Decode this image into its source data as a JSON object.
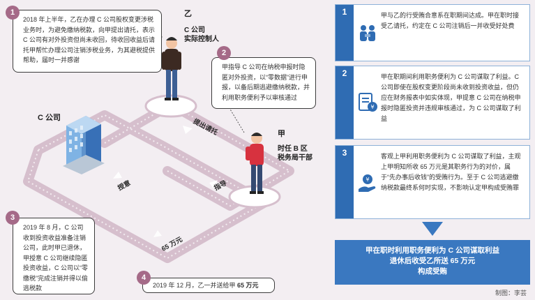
{
  "notes": [
    {
      "num": "1",
      "text": "2018 年上半年，乙在办理 C 公司股权变更涉税业务时，为避免缴纳税款，向甲提出请托，表示 C 公司有对外投资但尚未收回，待收回收益后请托甲帮忙办理公司注销涉税业务，为其避税提供帮助，届时一并感谢"
    },
    {
      "num": "2",
      "text": "甲指导 C 公司在纳税申报时隐匿对外投资，以“零数据”进行申报，以备后期逃避缴纳税款，并利用职务便利予以审核通过"
    },
    {
      "num": "3",
      "text": "2019 年 8 月，C 公司收到投资收益准备注销公司，此时甲已退休，甲授意 C 公司继续隐匿投资收益，C 公司以“零缴税”完成注销并得以偷逃税款"
    },
    {
      "num": "4",
      "text_prefix": "2019 年 12 月，乙一并送给甲 ",
      "amount": "65 万元"
    }
  ],
  "people": {
    "yi_name": "乙",
    "yi_role_line1": "C 公司",
    "yi_role_line2": "实际控制人",
    "jia_name": "甲",
    "jia_role_line1": "时任 B 区",
    "jia_role_line2": "税务局干部",
    "company": "C 公司"
  },
  "flow_tags": {
    "request": "提出请托",
    "guide": "指导",
    "instruct": "授意",
    "money": "65 万元"
  },
  "right_panel": [
    {
      "num": "1",
      "text": "甲与乙的行受贿合意系在职期间达成。甲在职时接受乙请托，约定在 C 公司注销后一并收受好处费"
    },
    {
      "num": "2",
      "text": "甲在职期间利用职务便利为 C 公司谋取了利益。C 公司即使在股权变更阶段尚未收到投资收益，但仍应在财务报表中如实体现，甲提意 C 公司在纳税申报时隐匿投资并违规审核通过，为 C 公司谋取了利益"
    },
    {
      "num": "3",
      "text": "客观上甲利用职务便利为 C 公司谋取了利益，主观上甲明知所收 65 万元是其职务行为的对价，属于“先办事后收钱”的受贿行为。至于 C 公司逃避缴纳税款最终系何时实现，不影响认定甲构成受贿罪"
    }
  ],
  "conclusion": {
    "line1": "甲在职时利用职务便利为 C 公司谋取利益",
    "line2": "退休后收受乙所送 65 万元",
    "line3": "构成受贿"
  },
  "credit": "制图：李芸",
  "colors": {
    "path": "#d6bfcd",
    "badge": "#a56a88",
    "blue": "#2f6cb3",
    "box_border": "#8db1d8",
    "conclusion": "#3a78c0"
  }
}
